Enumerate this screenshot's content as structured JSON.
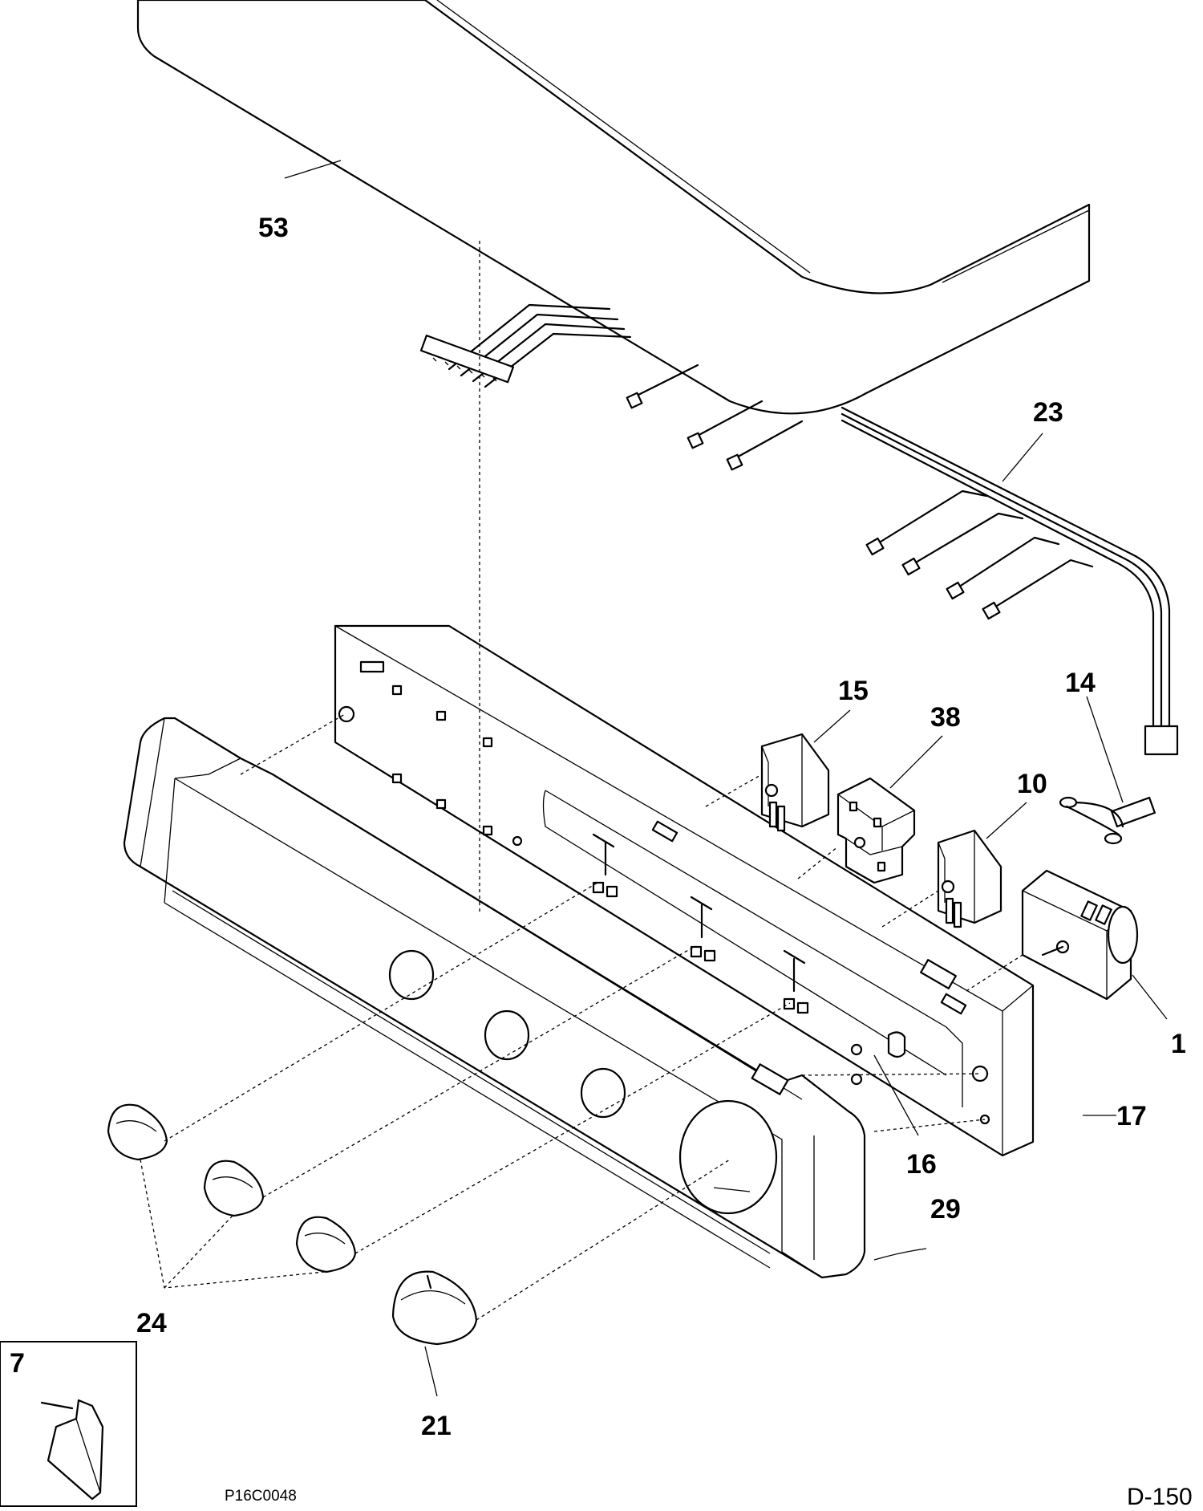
{
  "callouts": {
    "c53": "53",
    "c23": "23",
    "c15": "15",
    "c38": "38",
    "c14": "14",
    "c10": "10",
    "c1": "1",
    "c17": "17",
    "c16": "16",
    "c29": "29",
    "c24": "24",
    "c21": "21",
    "c7": "7"
  },
  "footer": {
    "drawing_code": "P16C0048",
    "page_code": "D-150"
  }
}
